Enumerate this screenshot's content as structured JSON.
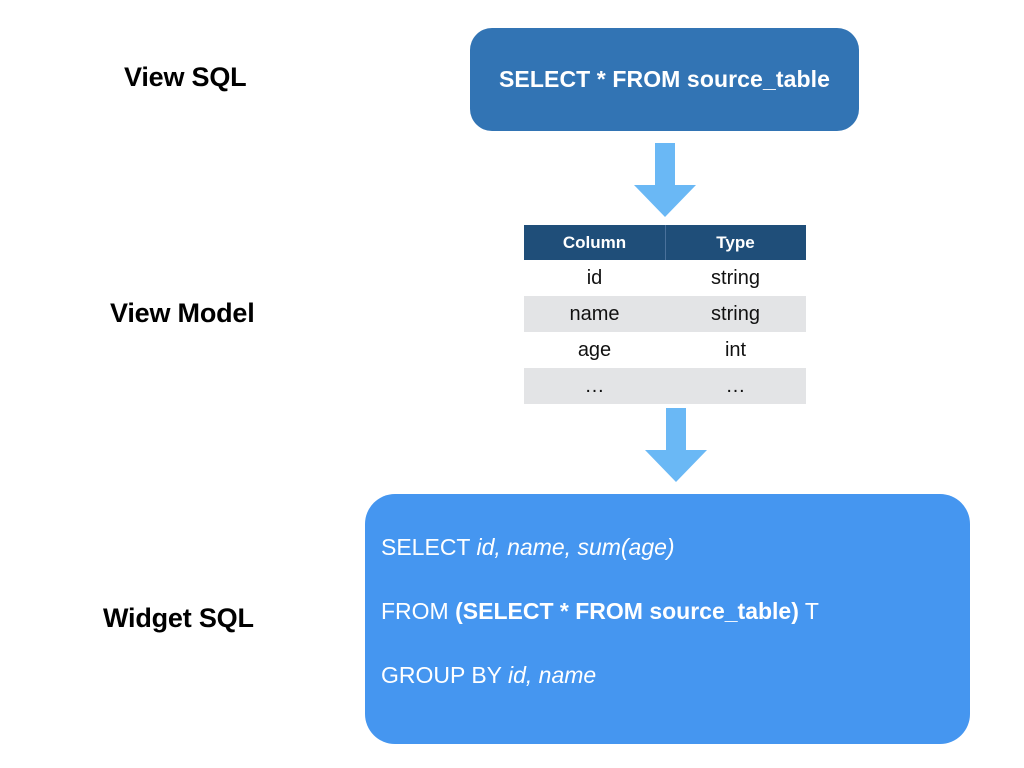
{
  "diagram": {
    "title": "View SQL to View Model to Widget SQL",
    "colors": {
      "view_sql_box": "#3274b4",
      "widget_sql_box": "#4596f0",
      "table_header": "#1f4e79",
      "table_stripe": "#e3e4e6",
      "arrow": "#6ab8f5",
      "background": "#ffffff",
      "label_text": "#000000"
    }
  },
  "labels": {
    "view_sql": "View SQL",
    "view_model": "View Model",
    "widget_sql": "Widget SQL"
  },
  "view_sql": {
    "statement": "SELECT * FROM source_table"
  },
  "view_model": {
    "headers": [
      "Column",
      "Type"
    ],
    "rows": [
      {
        "column": "id",
        "type": "string"
      },
      {
        "column": "name",
        "type": "string"
      },
      {
        "column": "age",
        "type": "int"
      },
      {
        "column": "…",
        "type": "…"
      }
    ]
  },
  "widget_sql": {
    "lines": [
      {
        "parts": [
          {
            "text": "SELECT ",
            "style": "kw"
          },
          {
            "text": "id, name, sum(age)",
            "style": "ital"
          }
        ]
      },
      {
        "parts": [
          {
            "text": "FROM ",
            "style": "kw"
          },
          {
            "text": "(SELECT * FROM source_table)",
            "style": "bold"
          },
          {
            "text": " T",
            "style": "kw"
          }
        ]
      },
      {
        "parts": [
          {
            "text": "GROUP BY ",
            "style": "kw"
          },
          {
            "text": "id, name",
            "style": "ital"
          }
        ]
      }
    ]
  },
  "arrows": [
    {
      "name": "view-sql-to-view-model",
      "direction": "down"
    },
    {
      "name": "view-model-to-widget-sql",
      "direction": "down"
    }
  ]
}
